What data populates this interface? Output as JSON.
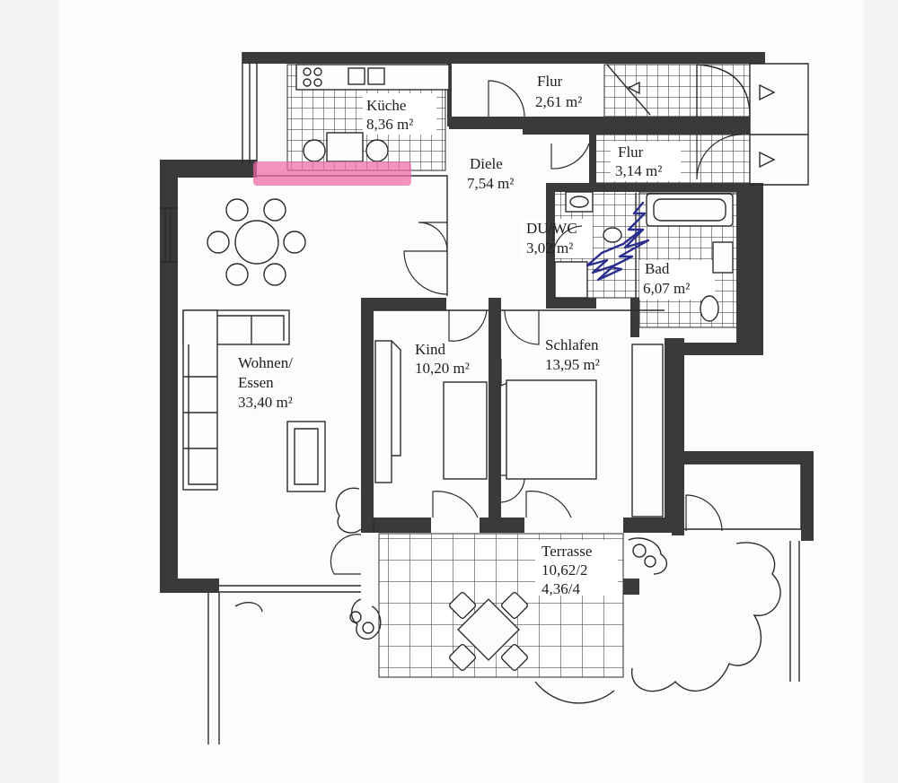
{
  "plan": {
    "rooms": [
      {
        "name": "Küche",
        "area": "8,36 m²"
      },
      {
        "name": "Flur",
        "area": "2,61 m²"
      },
      {
        "name": "Diele",
        "area": "7,54 m²"
      },
      {
        "name": "Flur",
        "area": "3,14 m²"
      },
      {
        "name": "DU/WC",
        "area": "3,02 m²"
      },
      {
        "name": "Bad",
        "area": "6,07 m²"
      },
      {
        "name": "Wohnen/",
        "name2": "Essen",
        "area": "33,40 m²"
      },
      {
        "name": "Kind",
        "area": "10,20 m²"
      },
      {
        "name": "Schlafen",
        "area": "13,95 m²"
      },
      {
        "name": "Terrasse",
        "area": "10,62/2",
        "area2": "4,36/4"
      }
    ],
    "colors": {
      "wall": "#3a3a3a",
      "pink_highlight": "#ee6aa6",
      "blue_scribble": "#2a2f8f"
    }
  }
}
